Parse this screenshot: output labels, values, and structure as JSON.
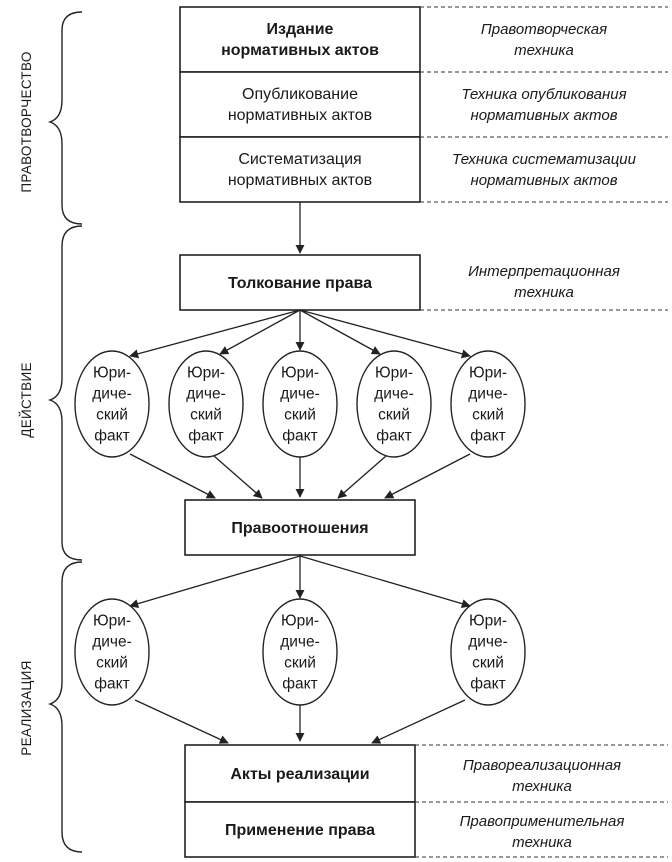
{
  "boxes": {
    "izdanie": [
      "Издание",
      "нормативных актов"
    ],
    "opublikovanie": [
      "Опубликование",
      "нормативных актов"
    ],
    "sistematizatsiya": [
      "Систематизация",
      "нормативных актов"
    ],
    "tolkovanie": "Толкование права",
    "pravootnosheniya": "Правоотношения",
    "akty_realizatsii": "Акты реализации",
    "primenenie": "Применение права"
  },
  "techniques": {
    "pravotvorcheskaya": [
      "Правотворческая",
      "техника"
    ],
    "opublikovaniya": [
      "Техника опубликования",
      "нормативных актов"
    ],
    "sistematizatsii": [
      "Техника систематизации",
      "нормативных актов"
    ],
    "interpretatsionnaya": [
      "Интерпретационная",
      "техника"
    ],
    "pravorealizatsionnaya": [
      "Правореализационная",
      "техника"
    ],
    "pravoprimenitelnaya": [
      "Правоприменительная",
      "техника"
    ]
  },
  "fact_lines": [
    "Юри-",
    "диче-",
    "ский",
    "факт"
  ],
  "side_labels": {
    "pravotvorchestvo": "ПРАВОТВОРЧЕСТВО",
    "deystvie": "ДЕЙСТВИЕ",
    "realizatsiya": "РЕАЛИЗАЦИЯ"
  },
  "arrow_color": "#222222"
}
